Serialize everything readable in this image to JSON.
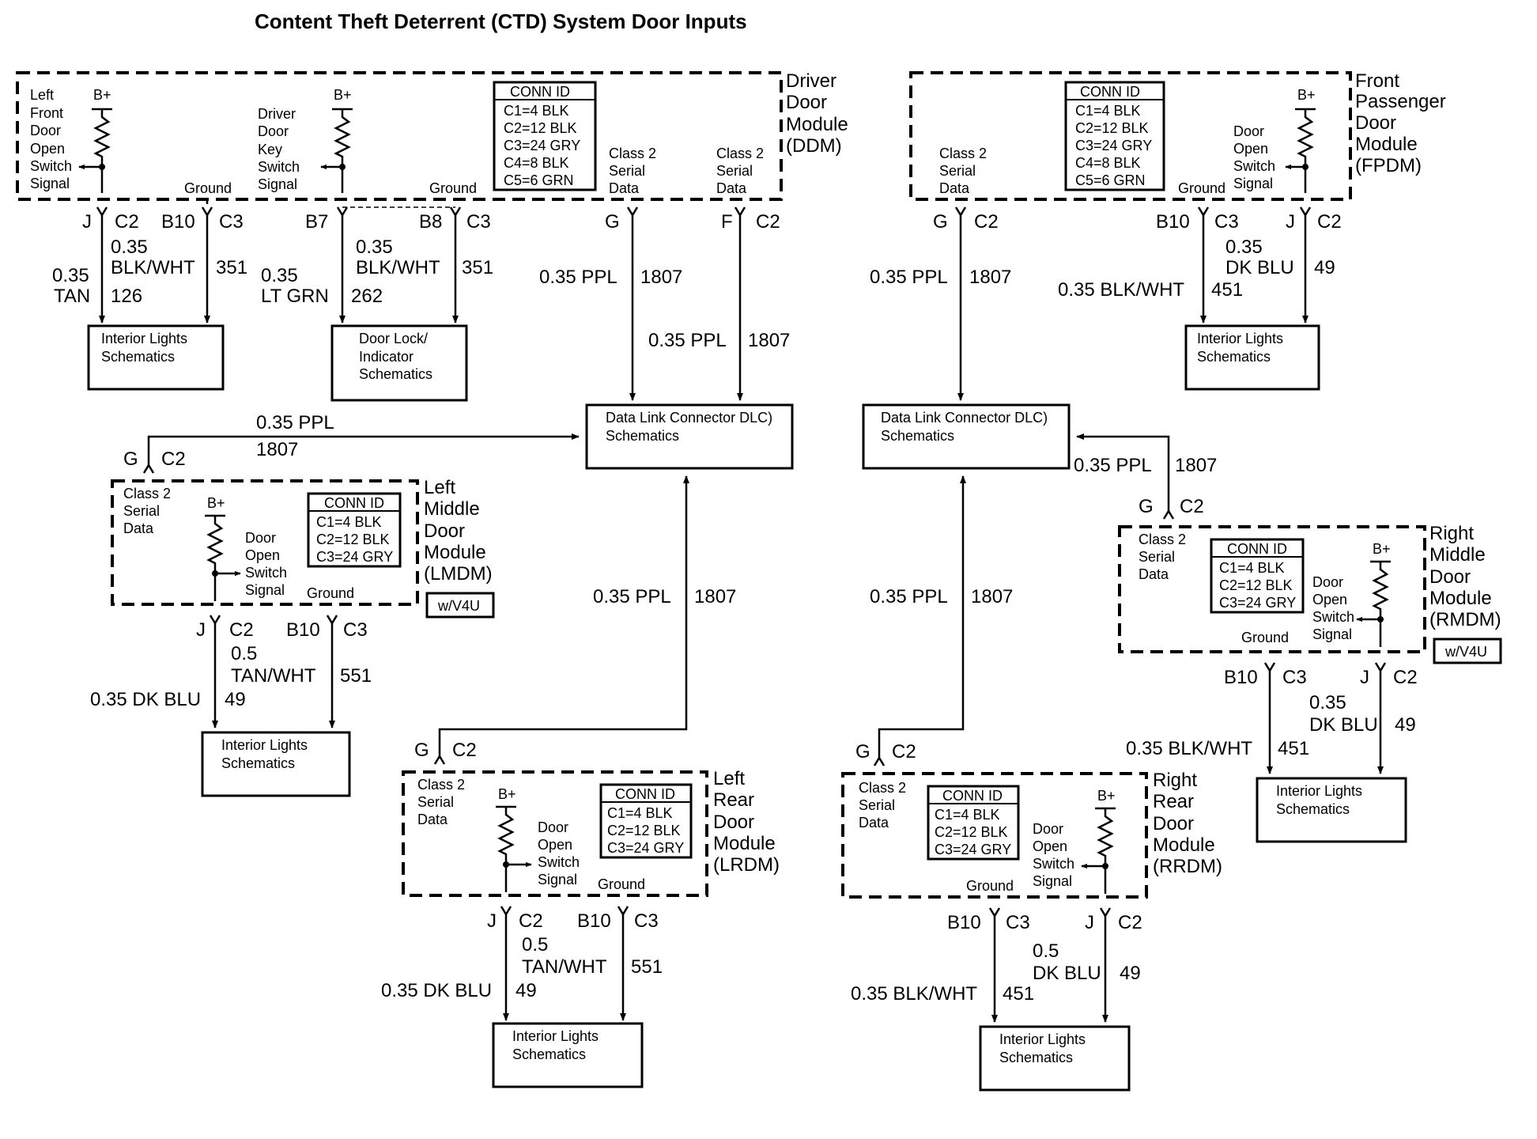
{
  "title": "Content Theft Deterrent (CTD) System Door Inputs",
  "common": {
    "b_plus": "B+",
    "ground": "Ground",
    "class2": [
      "Class 2",
      "Serial",
      "Data"
    ],
    "door_open_switch": [
      "Door",
      "Open",
      "Switch",
      "Signal"
    ],
    "conn_id": "CONN ID",
    "conn5": [
      "C1=4 BLK",
      "C2=12 BLK",
      "C3=24 GRY",
      "C4=8 BLK",
      "C5=6 GRN"
    ],
    "conn3": [
      "C1=4 BLK",
      "C2=12 BLK",
      "C3=24 GRY"
    ],
    "w_v4u": "w/V4U",
    "interior_lights": [
      "Interior Lights",
      "Schematics"
    ],
    "dlc": [
      "Data Link Connector DLC)",
      "Schematics"
    ],
    "door_lock": [
      "Door Lock/",
      "Indicator",
      "Schematics"
    ]
  },
  "ddm": {
    "name": [
      "Driver",
      "Door",
      "Module",
      "(DDM)"
    ],
    "left_front_switch": [
      "Left",
      "Front",
      "Door",
      "Open",
      "Switch",
      "Signal"
    ],
    "key_switch": [
      "Driver",
      "Door",
      "Key",
      "Switch",
      "Signal"
    ],
    "pins": {
      "j": "J",
      "c2": "C2",
      "b10": "B10",
      "c3": "C3",
      "b7": "B7",
      "b8": "B8",
      "g": "G",
      "f": "F"
    },
    "wires": {
      "w1_size": "0.35",
      "w1_color": "TAN",
      "w1_circuit": "126",
      "w2_size": "0.35",
      "w2_color": "BLK/WHT",
      "w2_circuit": "351",
      "w3_size": "0.35",
      "w3_color": "LT GRN",
      "w3_circuit": "262",
      "w4_size": "0.35",
      "w4_color": "BLK/WHT",
      "w4_circuit": "351",
      "w5": "0.35 PPL",
      "w5_circuit": "1807",
      "w6": "0.35 PPL",
      "w6_circuit": "1807"
    }
  },
  "fpdm": {
    "name": [
      "Front",
      "Passenger",
      "Door",
      "Module",
      "(FPDM)"
    ],
    "pins": {
      "g": "G",
      "c2a": "C2",
      "b10": "B10",
      "c3": "C3",
      "j": "J",
      "c2b": "C2"
    },
    "wires": {
      "w1": "0.35 PPL",
      "w1_circuit": "1807",
      "w2": "0.35 BLK/WHT",
      "w2_circuit": "451",
      "w3_size": "0.35",
      "w3_color": "DK BLU",
      "w3_circuit": "49"
    }
  },
  "lmdm": {
    "name": [
      "Left",
      "Middle",
      "Door",
      "Module",
      "(LMDM)"
    ],
    "pins": {
      "g": "G",
      "c2top": "C2",
      "j": "J",
      "c2": "C2",
      "b10": "B10",
      "c3": "C3"
    },
    "wires": {
      "top": "0.35 PPL",
      "top_circuit": "1807",
      "w1": "0.35 DK BLU",
      "w1_circuit": "49",
      "w2_size": "0.5",
      "w2_color": "TAN/WHT",
      "w2_circuit": "551"
    }
  },
  "rmdm": {
    "name": [
      "Right",
      "Middle",
      "Door",
      "Module",
      "(RMDM)"
    ],
    "pins": {
      "g": "G",
      "c2top": "C2",
      "b10": "B10",
      "c3": "C3",
      "j": "J",
      "c2": "C2"
    },
    "wires": {
      "top": "0.35 PPL",
      "top_circuit": "1807",
      "w1": "0.35 BLK/WHT",
      "w1_circuit": "451",
      "w2_size": "0.35",
      "w2_color": "DK BLU",
      "w2_circuit": "49"
    }
  },
  "lrdm": {
    "name": [
      "Left",
      "Rear",
      "Door",
      "Module",
      "(LRDM)"
    ],
    "pins": {
      "g": "G",
      "c2top": "C2",
      "j": "J",
      "c2": "C2",
      "b10": "B10",
      "c3": "C3"
    },
    "wires": {
      "up": "0.35 PPL",
      "up_circuit": "1807",
      "w1": "0.35 DK BLU",
      "w1_circuit": "49",
      "w2_size": "0.5",
      "w2_color": "TAN/WHT",
      "w2_circuit": "551"
    }
  },
  "rrdm": {
    "name": [
      "Right",
      "Rear",
      "Door",
      "Module",
      "(RRDM)"
    ],
    "pins": {
      "g": "G",
      "c2top": "C2",
      "b10": "B10",
      "c3": "C3",
      "j": "J",
      "c2": "C2"
    },
    "wires": {
      "up": "0.35 PPL",
      "up_circuit": "1807",
      "w1": "0.35 BLK/WHT",
      "w1_circuit": "451",
      "w2_size": "0.5",
      "w2_color": "DK BLU",
      "w2_circuit": "49"
    }
  }
}
